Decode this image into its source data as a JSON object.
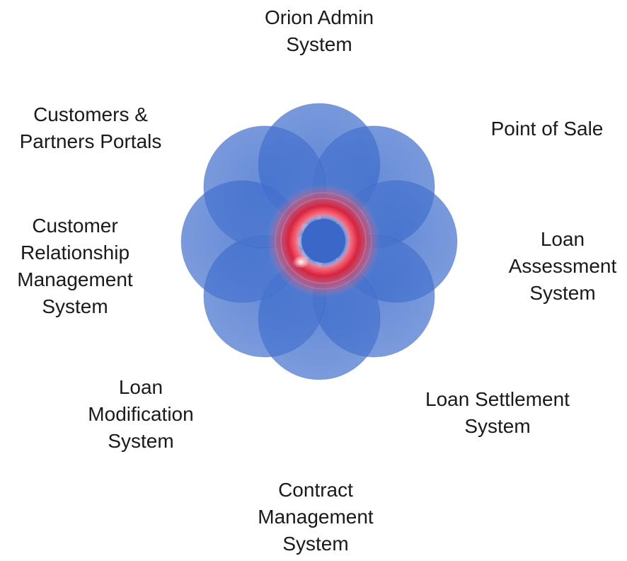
{
  "diagram": {
    "colors": {
      "petal": "#3a66c4",
      "petal_edge": "#2c55b0",
      "ring": "#d8223c",
      "ring_glow": "#ff5a6e",
      "text": "#1a1a1a",
      "background": "#ffffff"
    },
    "labels": [
      {
        "id": "orion-admin-system",
        "lines": [
          "Orion Admin",
          "System"
        ]
      },
      {
        "id": "point-of-sale",
        "lines": [
          "Point of Sale"
        ]
      },
      {
        "id": "loan-assessment-system",
        "lines": [
          "Loan",
          "Assessment",
          "System"
        ]
      },
      {
        "id": "loan-settlement-system",
        "lines": [
          "Loan Settlement",
          "System"
        ]
      },
      {
        "id": "contract-management-system",
        "lines": [
          "Contract",
          "Management",
          "System"
        ]
      },
      {
        "id": "loan-modification-system",
        "lines": [
          "Loan",
          "Modification",
          "System"
        ]
      },
      {
        "id": "customer-relationship-management-system",
        "lines": [
          "Customer",
          "Relationship",
          "Management",
          "System"
        ]
      },
      {
        "id": "customers-partners-portals",
        "lines": [
          "Customers &",
          "Partners Portals"
        ]
      }
    ]
  }
}
